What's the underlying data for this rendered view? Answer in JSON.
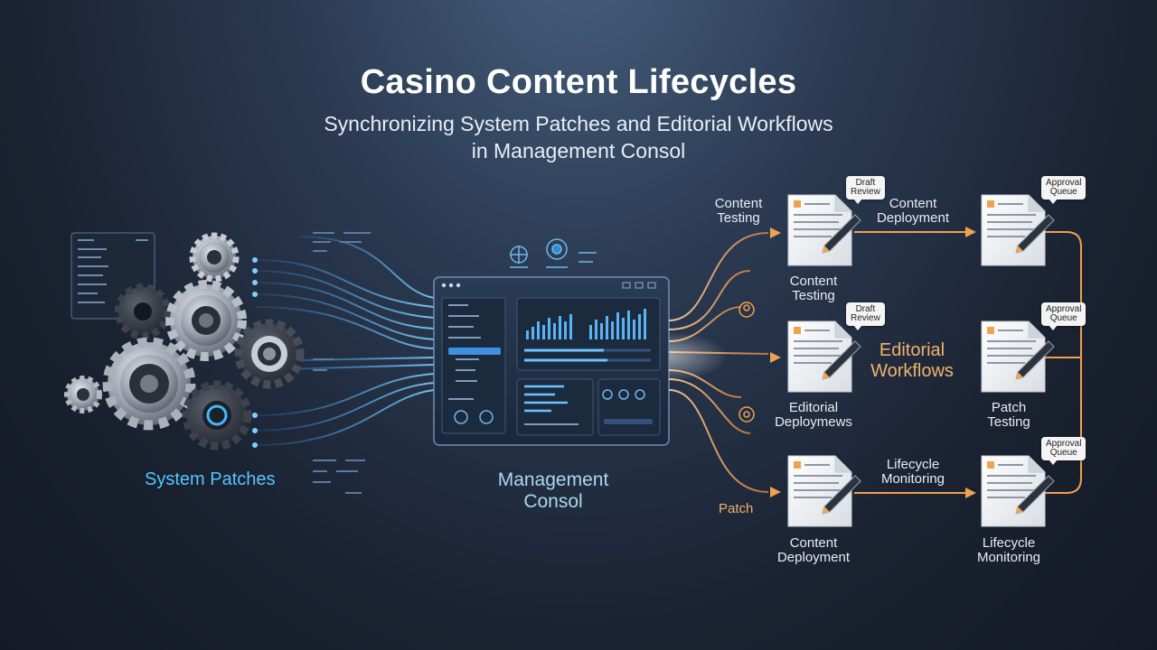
{
  "title": "Casino Content Lifecycles",
  "subtitle_line1": "Synchronizing System Patches and Editorial Workflows",
  "subtitle_line2": "in Management Consol",
  "left_label": "System Patches",
  "center_label_line1": "Management",
  "center_label_line2": "Consol",
  "flow_labels": {
    "content_testing_left": [
      "Content",
      "Testing"
    ],
    "patch_left": "Patch",
    "content_deployment_top": [
      "Content",
      "Deployment"
    ],
    "editorial_workflows": [
      "Editorial",
      "Workflows"
    ],
    "lifecycle_monitoring_bottom": [
      "Lifecycle",
      "Monitoring"
    ]
  },
  "doc_labels": {
    "doc1": [
      "Content",
      "Testing"
    ],
    "doc2": [
      "Editorial",
      "Deploymews"
    ],
    "doc3": [
      "Content",
      "Deployment"
    ],
    "doc4": [],
    "doc5": [
      "Patch",
      "Testing"
    ],
    "doc6": [
      "Lifecycle",
      "Monitoring"
    ]
  },
  "bubbles": {
    "draft1": [
      "Draft",
      "Review"
    ],
    "draft2": [
      "Draft",
      "Review"
    ],
    "approval1": [
      "Approval",
      "Queue"
    ],
    "approval2": [
      "Approval",
      "Queue"
    ],
    "approval3": [
      "Approval",
      "Queue"
    ]
  },
  "colors": {
    "accent_blue": "#55c6ff",
    "accent_orange": "#f0a14e",
    "background": "#1a2231"
  },
  "icons": [
    "gear-icon",
    "dashboard-window",
    "document-icon",
    "pen-icon",
    "speech-bubble-icon"
  ]
}
